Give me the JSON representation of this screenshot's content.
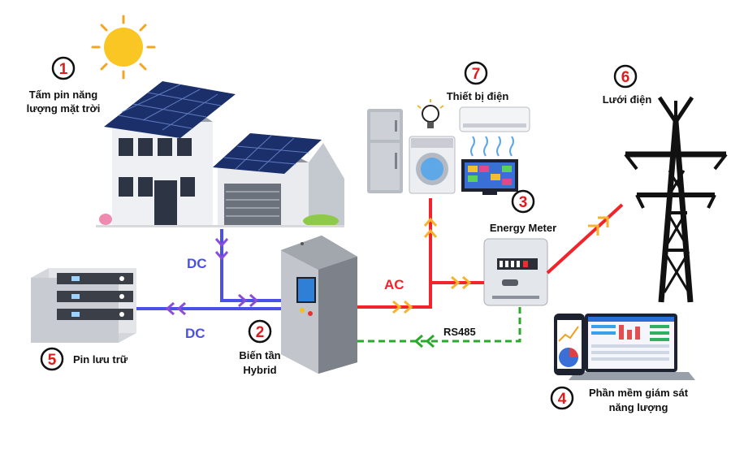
{
  "components": [
    {
      "id": "solar",
      "number": "1",
      "label_lines": [
        "Tấm pin năng",
        "lượng mặt trời"
      ]
    },
    {
      "id": "inverter",
      "number": "2",
      "label_lines": [
        "Biến tần",
        "Hybrid"
      ]
    },
    {
      "id": "meter",
      "number": "3",
      "label_lines": [
        "Energy Meter"
      ]
    },
    {
      "id": "software",
      "number": "4",
      "label_lines": [
        "Phần mềm giám sát",
        "năng lượng"
      ]
    },
    {
      "id": "battery",
      "number": "5",
      "label_lines": [
        "Pin lưu trữ"
      ]
    },
    {
      "id": "grid",
      "number": "6",
      "label_lines": [
        "Lưới điện"
      ]
    },
    {
      "id": "appliances",
      "number": "7",
      "label_lines": [
        "Thiết bị điện"
      ]
    }
  ],
  "flows": {
    "dc_solar": "DC",
    "dc_battery": "DC",
    "ac": "AC",
    "rs485": "RS485"
  },
  "colors": {
    "dc": "#4b50e6",
    "dc_chevron": "#8b4dd9",
    "ac": "#f2242b",
    "ac_chevron": "#f7b32b",
    "rs485": "#2aaa2a",
    "number": "#e01b1b"
  }
}
